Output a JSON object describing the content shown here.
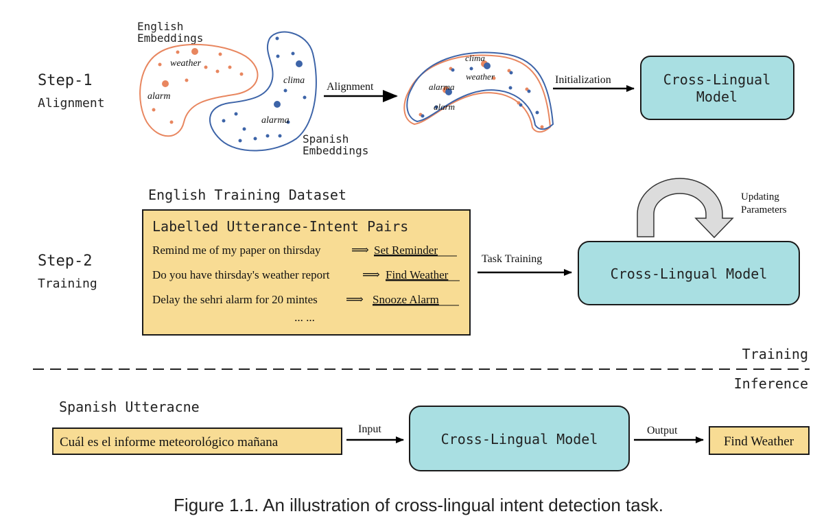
{
  "step1": {
    "label": "Step-1",
    "sublabel": "Alignment",
    "english_embeddings": [
      "English",
      "Embeddings"
    ],
    "spanish_embeddings": [
      "Spanish",
      "Embeddings"
    ],
    "english_words": [
      "weather",
      "alarm"
    ],
    "spanish_words": [
      "clima",
      "alarma"
    ],
    "aligned_words": [
      "clima",
      "alarma",
      "weather",
      "alarm"
    ],
    "alignment_arrow": "Alignment",
    "initialization_arrow": "Initialization",
    "model": [
      "Cross-Lingual",
      "Model"
    ]
  },
  "step2": {
    "label": "Step-2",
    "sublabel": "Training",
    "dataset_title": "English Training Dataset",
    "box_title": "Labelled Utterance-Intent Pairs",
    "pairs": [
      {
        "utterance": "Remind me of my paper on thirsday",
        "intent": "Set Reminder"
      },
      {
        "utterance": "Do you have thirsday's weather report",
        "intent": "Find Weather"
      },
      {
        "utterance": "Delay the sehri alarm for 20 mintes",
        "intent": "Snooze Alarm"
      }
    ],
    "ellipsis": "... ...",
    "implies": "⟹",
    "arrow_label": "Task Training",
    "model": "Cross-Lingual Model",
    "loop_label": [
      "Updating",
      "Parameters"
    ]
  },
  "divider": {
    "top_label": "Training",
    "bottom_label": "Inference"
  },
  "inference": {
    "title": "Spanish Utteracne",
    "utterance": "Cuál es el informe meteorológico mañana",
    "input_label": "Input",
    "model": "Cross-Lingual Model",
    "output_label": "Output",
    "result": "Find Weather"
  },
  "caption": "Figure 1.1. An illustration of cross-lingual intent detection task.",
  "colors": {
    "english": "#e8865f",
    "spanish": "#3d64a8",
    "model_fill": "#a9dfe2",
    "data_fill": "#f8dc94"
  }
}
